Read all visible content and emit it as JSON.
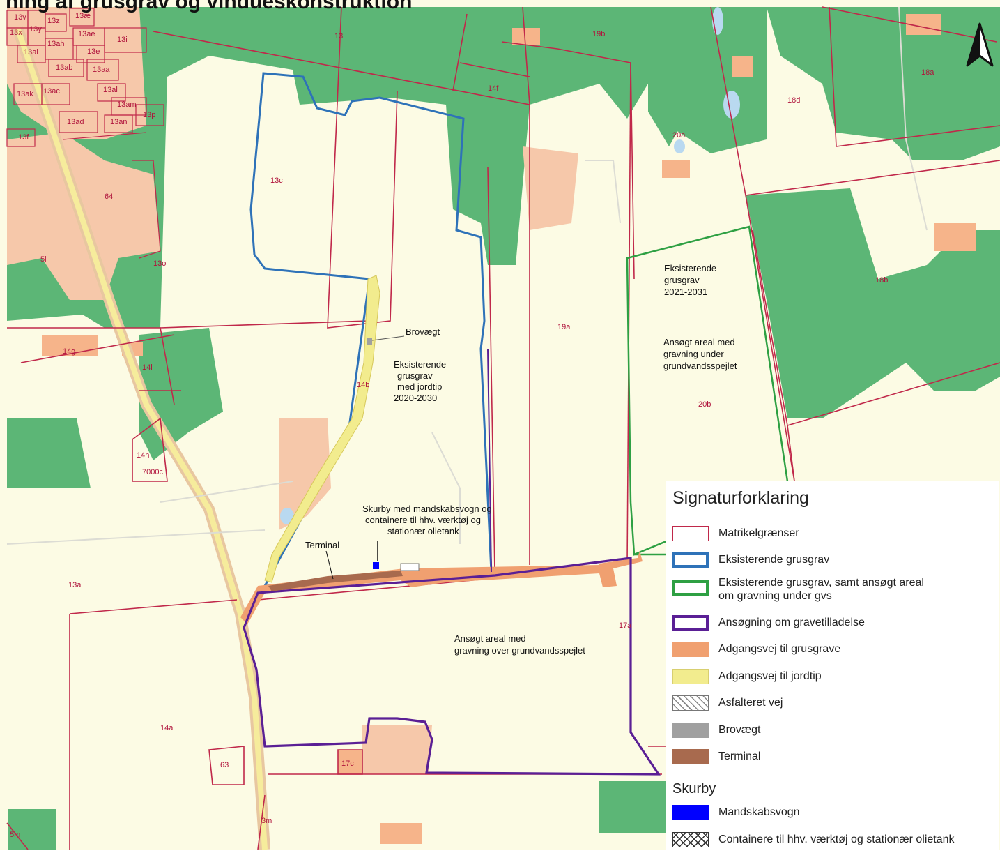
{
  "heading": "ning af grusgrav og vindueskonstruktion",
  "parcels": [
    "13v",
    "13z",
    "13æ",
    "13x",
    "13y",
    "13ae",
    "13ai",
    "13ah",
    "13i",
    "13l",
    "13e",
    "13ab",
    "13aa",
    "13ak",
    "13ac",
    "13al",
    "13am",
    "13ad",
    "13an",
    "13p",
    "13f",
    "64",
    "5i",
    "13o",
    "13c",
    "14b",
    "14f",
    "19b",
    "18a",
    "18d",
    "20a",
    "18b",
    "19a",
    "20b",
    "14g",
    "14i",
    "14h",
    "7000c",
    "13a",
    "17a",
    "14a",
    "63",
    "17c",
    "3m",
    "5m"
  ],
  "annotations": {
    "brovaegt": "Brovægt",
    "existing_pit": [
      "Eksisterende",
      "grusgrav",
      "med jordtip",
      "2020-2030"
    ],
    "existing_pit_2": [
      "Eksisterende",
      "grusgrav",
      "2021-2031"
    ],
    "below_gw": [
      "Ansøgt areal med",
      "gravning under",
      "grundvandsspejlet"
    ],
    "above_gw": [
      "Ansøgt areal med",
      "gravning over grundvandsspejlet"
    ],
    "skurby": [
      "Skurby med mandskabsvogn og",
      "containere til hhv. værktøj og",
      "stationær olietank"
    ],
    "terminal": "Terminal"
  },
  "legend": {
    "title": "Signaturforklaring",
    "items": [
      {
        "label": "Matrikelgrænser",
        "swatch": "outline-red"
      },
      {
        "label": "Eksisterende grusgrav",
        "swatch": "outline-blue"
      },
      {
        "label": [
          "Eksisterende grusgrav, samt ansøgt areal",
          "om gravning under gvs"
        ],
        "swatch": "outline-green"
      },
      {
        "label": "Ansøgning om gravetilladelse",
        "swatch": "outline-purple"
      },
      {
        "label": "Adgangsvej til grusgrave",
        "swatch": "fill-orange"
      },
      {
        "label": "Adgangsvej til jordtip",
        "swatch": "fill-yellow"
      },
      {
        "label": "Asfalteret vej",
        "swatch": "hatch"
      },
      {
        "label": "Brovægt",
        "swatch": "fill-grey"
      },
      {
        "label": "Terminal",
        "swatch": "fill-brown"
      }
    ],
    "skurby_title": "Skurby",
    "skurby_items": [
      {
        "label": "Mandskabsvogn",
        "swatch": "fill-blue"
      },
      {
        "label": "Containere til hhv. værktøj og stationær olietank",
        "swatch": "crosshatch"
      }
    ]
  },
  "colors": {
    "parcel": "#c0284a",
    "existing_pit": "#2e72b8",
    "existing_pit_gw": "#2ea043",
    "application": "#5a1f95",
    "access_road": "#f0a070",
    "soil_road": "#f2ec8e",
    "brovaegt": "#a0a0a0",
    "terminal": "#a86a4e",
    "mandskabsvogn": "#0000ff",
    "forest": "#5cb676",
    "field": "#fcfbe4",
    "building": "#f6b48a",
    "settlement": "#f6c8aa"
  }
}
